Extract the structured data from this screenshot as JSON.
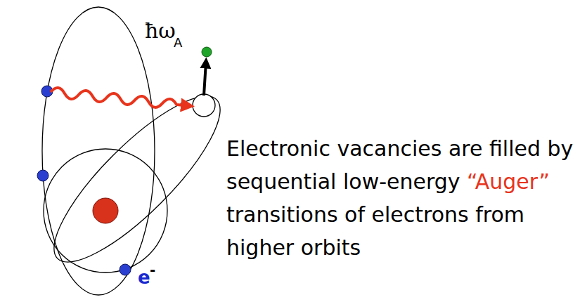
{
  "diagram": {
    "labels": [
      "ħω",
      "A",
      "Electronic vacancies are filled by sequential low-energy",
      "“Auger”",
      "transitions of electrons from higher orbits",
      "e",
      "-"
    ]
  }
}
